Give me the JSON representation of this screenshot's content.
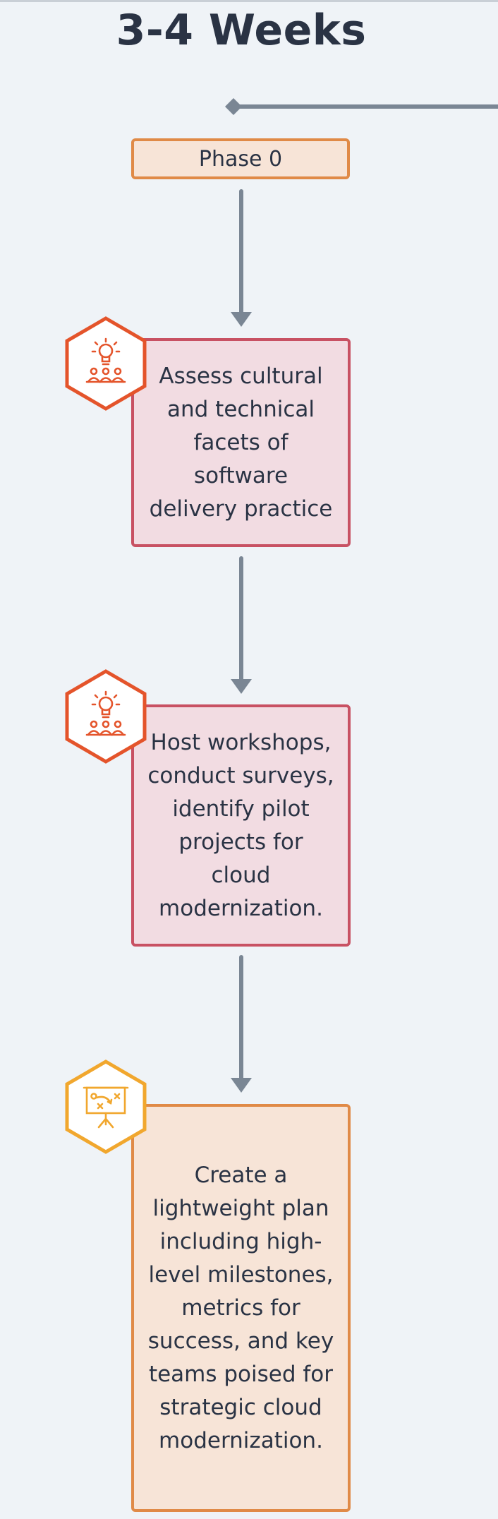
{
  "title": "3-4 Weeks",
  "phase": {
    "label": "Phase 0"
  },
  "steps": [
    {
      "text": "Assess cultural and technical facets of software delivery practice",
      "icon": "idea-team-icon",
      "color": "#e4542b"
    },
    {
      "text": "Host workshops, conduct surveys, identify pilot projects for cloud modernization.",
      "icon": "idea-team-icon",
      "color": "#e4542b"
    },
    {
      "text": "Create a lightweight plan including high-level milestones, metrics for success, and key teams poised for strategic cloud modernization.",
      "icon": "strategy-board-icon",
      "color": "#f1a72e"
    }
  ],
  "colors": {
    "connector": "#7a8694",
    "red_box_fill": "#f2dce2",
    "red_box_border": "#c85163",
    "orange_box_fill": "#f7e4d7",
    "orange_box_border": "#e08a47"
  }
}
